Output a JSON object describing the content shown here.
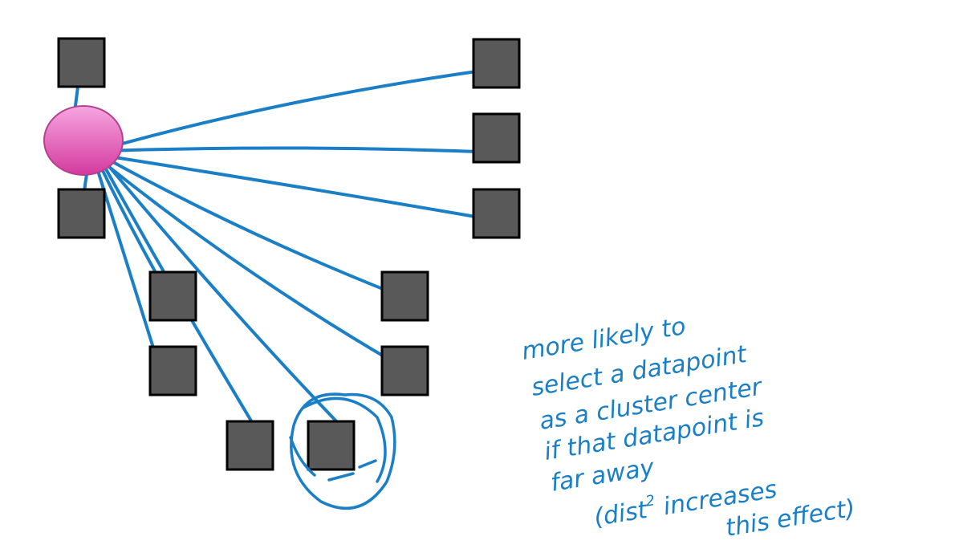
{
  "diagram": {
    "colors": {
      "center_fill_top": "#f6a6e0",
      "center_fill_bottom": "#d43a9e",
      "center_stroke": "#b5408f",
      "point_fill": "#595959",
      "point_stroke": "#000000",
      "line": "#1a7fc6",
      "annotation": "#1a7fc6",
      "background": "#ffffff"
    },
    "annotation": {
      "line1": "more likely to",
      "line2": "select a datapoint",
      "line3": "as a cluster center",
      "line4": "if that datapoint is",
      "line5": "far away",
      "line6_prefix": "(dist",
      "line6_sup": "2",
      "line6_suffix": " increases",
      "line7": "this effect)"
    }
  }
}
